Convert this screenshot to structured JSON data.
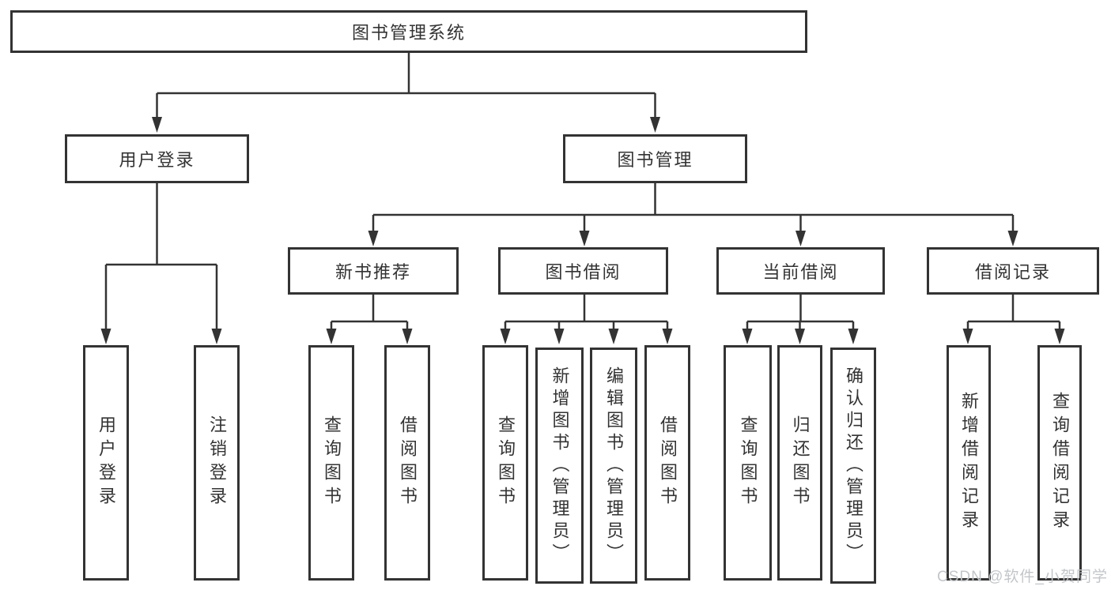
{
  "diagram": {
    "root": {
      "label": "图书管理系统"
    },
    "level2": [
      {
        "id": "login",
        "label": "用户登录"
      },
      {
        "id": "mgmt",
        "label": "图书管理"
      }
    ],
    "level3": [
      {
        "id": "newbook",
        "label": "新书推荐"
      },
      {
        "id": "borrow",
        "label": "图书借阅"
      },
      {
        "id": "current",
        "label": "当前借阅"
      },
      {
        "id": "records",
        "label": "借阅记录"
      }
    ],
    "leaves": {
      "login": [
        {
          "label": "用户登录"
        },
        {
          "label": "注销登录"
        }
      ],
      "newbook": [
        {
          "label": "查询图书"
        },
        {
          "label": "借阅图书"
        }
      ],
      "borrow": [
        {
          "label": "查询图书"
        },
        {
          "label": "新增图书（管理员）"
        },
        {
          "label": "编辑图书（管理员）"
        },
        {
          "label": "借阅图书"
        }
      ],
      "current": [
        {
          "label": "查询图书"
        },
        {
          "label": "归还图书"
        },
        {
          "label": "确认归还（管理员）"
        }
      ],
      "records": [
        {
          "label": "新增借阅记录"
        },
        {
          "label": "查询借阅记录"
        }
      ]
    },
    "colors": {
      "line": "#333333",
      "text": "#333333",
      "box_background": "#ffffff",
      "watermark": "#c3c6c9"
    },
    "watermark": "CSDN @软件_小贺同学"
  }
}
